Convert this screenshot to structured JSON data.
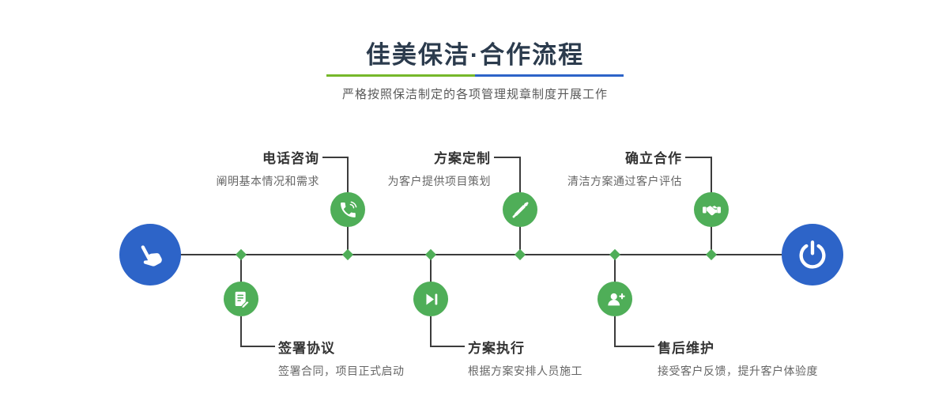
{
  "header": {
    "title": "佳美保洁·合作流程",
    "subtitle": "严格按照保洁制定的各项管理规章制度开展工作"
  },
  "colors": {
    "accent_blue": "#2d64c8",
    "accent_green": "#4fae58",
    "divider_green": "#76b82a",
    "divider_blue": "#2d64c8",
    "line": "#3c3c3c",
    "title_text": "#2b3b4d",
    "step_title_text": "#333333",
    "step_desc_text": "#666666"
  },
  "timeline": {
    "start_icon": "pointing-hand-icon",
    "end_icon": "power-icon"
  },
  "steps": {
    "top": [
      {
        "title": "电话咨询",
        "desc": "阐明基本情况和需求",
        "icon": "phone-icon"
      },
      {
        "title": "方案定制",
        "desc": "为客户提供项目策划",
        "icon": "design-pen-icon"
      },
      {
        "title": "确立合作",
        "desc": "清洁方案通过客户评估",
        "icon": "handshake-icon"
      }
    ],
    "bottom": [
      {
        "title": "签署协议",
        "desc": "签署合同，项目正式启动",
        "icon": "contract-sign-icon"
      },
      {
        "title": "方案执行",
        "desc": "根据方案安排人员施工",
        "icon": "play-next-icon"
      },
      {
        "title": "售后维护",
        "desc": "接受客户反馈，提升客户体验度",
        "icon": "customer-support-icon"
      }
    ]
  }
}
